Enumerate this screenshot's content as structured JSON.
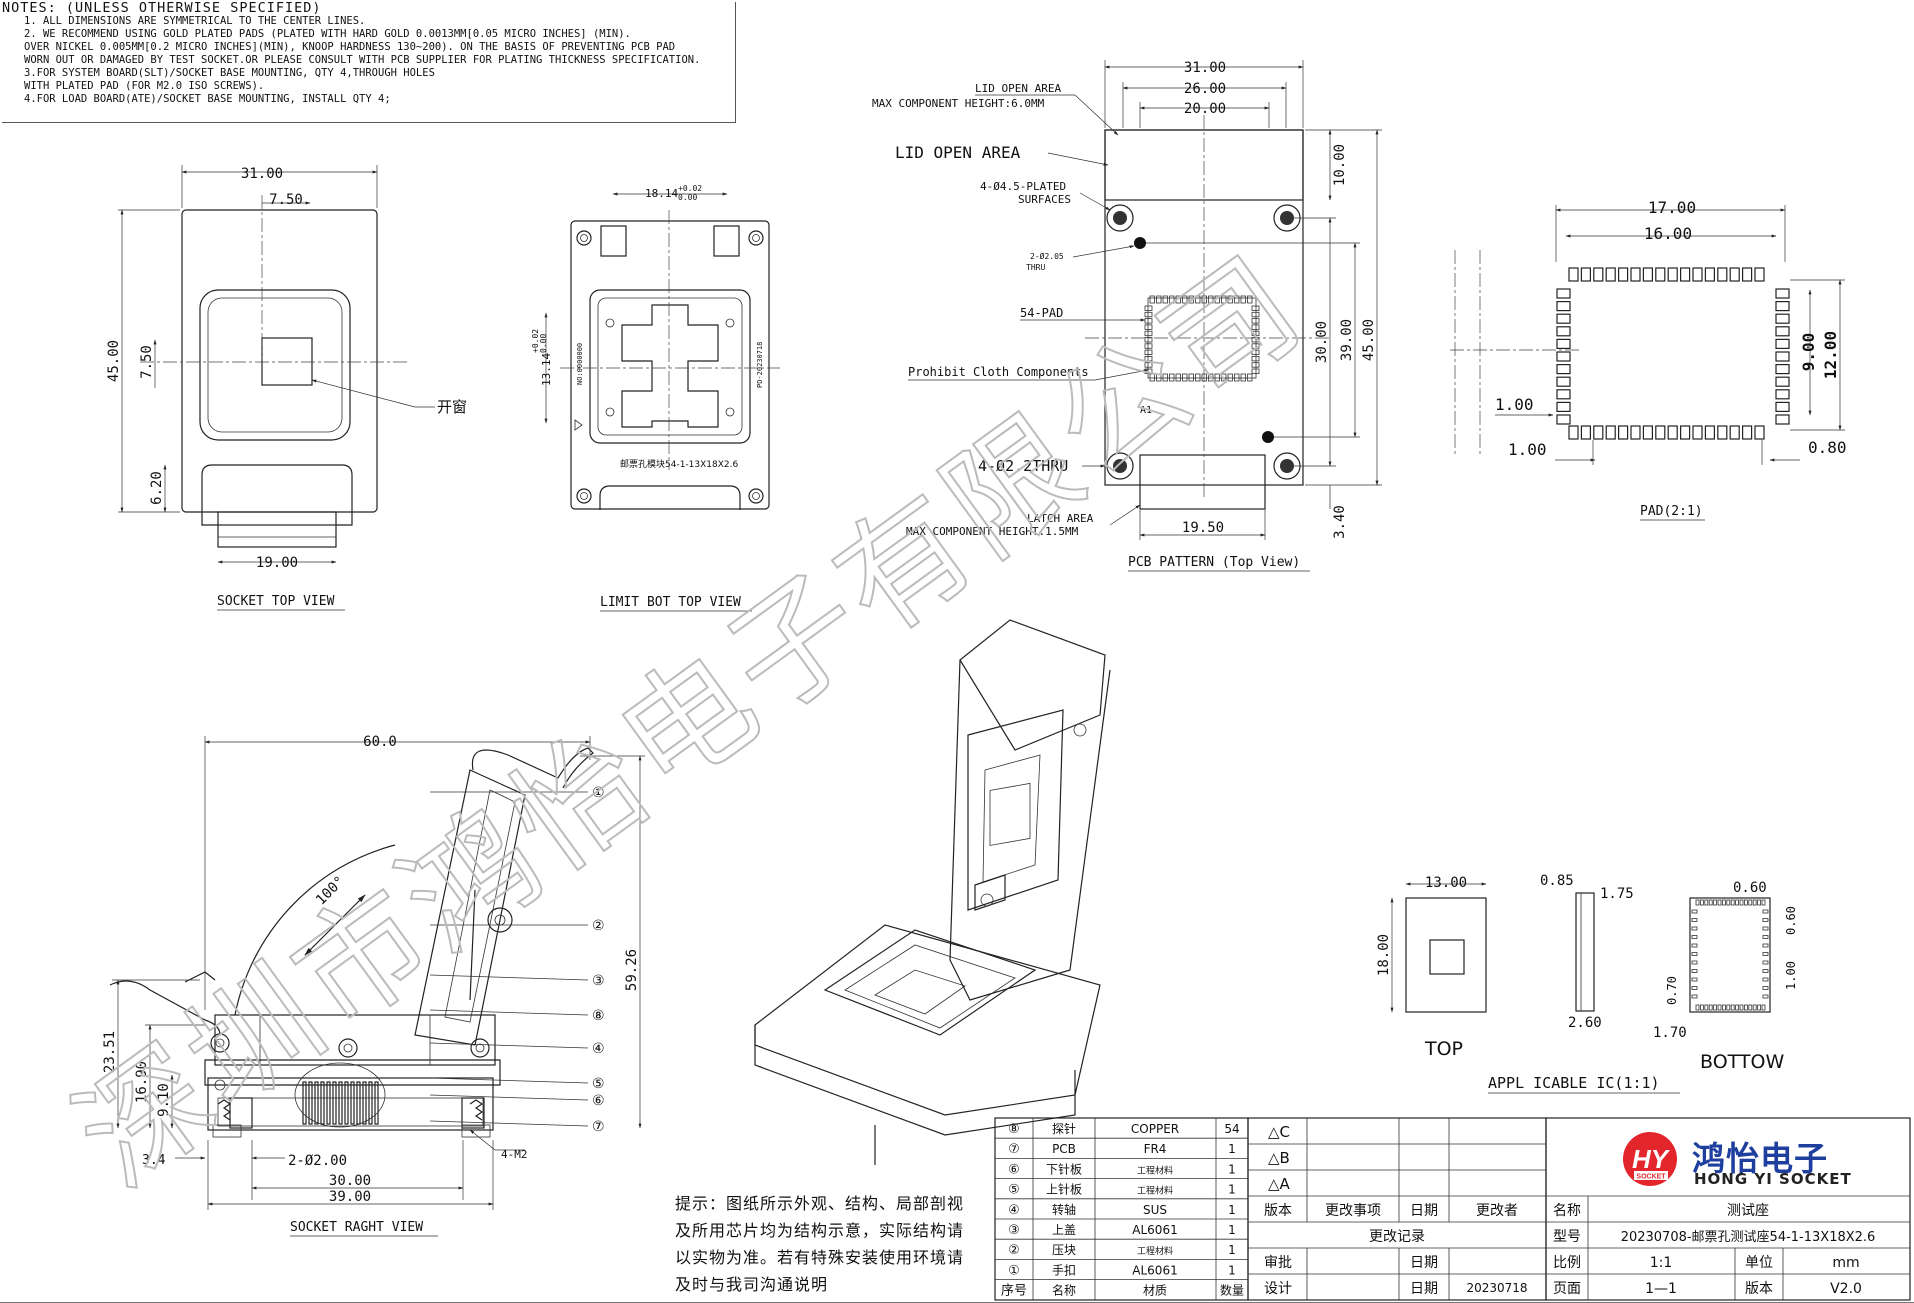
{
  "notes": {
    "title": "NOTES: (UNLESS OTHERWISE SPECIFIED)",
    "lines": [
      "1. ALL DIMENSIONS ARE SYMMETRICAL TO THE CENTER LINES.",
      "2. WE RECOMMEND USING GOLD PLATED PADS (PLATED WITH HARD GOLD 0.0013MM[0.05 MICRO INCHES] (MIN).",
      "OVER NICKEL 0.005MM[0.2 MICRO INCHES](MIN), KNOOP HARDNESS 130~200). ON THE BASIS OF PREVENTING PCB PAD",
      "WORN OUT OR DAMAGED BY TEST SOCKET.OR PLEASE CONSULT WITH PCB SUPPLIER FOR PLATING THICKNESS SPECIFICATION.",
      "3.FOR SYSTEM BOARD(SLT)/SOCKET BASE MOUNTING, QTY 4,THROUGH HOLES",
      "WITH PLATED PAD (FOR M2.0 ISO SCREWS).",
      "4.FOR LOAD BOARD(ATE)/SOCKET BASE MOUNTING, INSTALL QTY 4;"
    ]
  },
  "socket_top_view": {
    "caption": "SOCKET TOP VIEW",
    "dims": {
      "width": "31.00",
      "center_offset_x": "7.50",
      "height": "45.00",
      "center_offset_y": "7.50",
      "latch": "6.20",
      "bottom": "19.00"
    },
    "window_label": "开窗"
  },
  "limit_bot_view": {
    "caption": "LIMIT BOT  TOP VIEW",
    "dim_top": "18.14",
    "dim_top_tol_upper": "+0.02",
    "dim_top_tol_lower": "0.00",
    "dim_side": "13.14",
    "dim_side_tol_upper": "+0.02",
    "dim_side_tol_lower": "0.00",
    "side_text_left": "NO:0000000",
    "side_text_right": "PD-20230718",
    "bottom_text": "邮票孔模块54-1-13X18X2.6"
  },
  "pcb_pattern": {
    "caption": "PCB PATTERN (Top View)",
    "dims": {
      "w31": "31.00",
      "w26": "26.00",
      "w20": "20.00",
      "lid": "10.00",
      "h30": "30.00",
      "h39": "39.00",
      "h45": "45.00",
      "latch_w": "19.50",
      "latch_h": "3.40"
    },
    "labels": {
      "lid_open": "LID OPEN AREA",
      "max_comp_6": "MAX COMPONENT HEIGHT:6.0MM",
      "lid_open_big": "LID OPEN AREA",
      "plated_1": "4-Ø4.5-PLATED",
      "plated_2": "SURFACES",
      "thru_1": "2-Ø2.05",
      "thru_2": "THRU",
      "pad54": "54-PAD",
      "prohibit": "Prohibit Cloth Components",
      "a1": "A1",
      "thru22": "4-Ø2.2THRU",
      "latch_area": "LATCH AREA",
      "max_comp_15": "MAX COMPONENT HEIGHT:1.5MM"
    }
  },
  "pad_view": {
    "caption": "PAD(2:1)",
    "dims": {
      "w17": "17.00",
      "w16": "16.00",
      "h9": "9.00",
      "h12": "12.00",
      "left1": "1.00",
      "bottom1": "1.00",
      "pad08": "0.80"
    }
  },
  "socket_right_view": {
    "caption": "SOCKET RAGHT VIEW",
    "dims": {
      "w60": "60.0",
      "h5926": "59.26",
      "h2351": "23.51",
      "h1690": "16.90",
      "h910": "9.10",
      "d34": "3.4",
      "holes": "2-Ø2.00",
      "w30": "30.00",
      "w39": "39.00",
      "screw": "4-M2",
      "angle": "100°"
    },
    "balloons": [
      "①",
      "②",
      "③",
      "⑧",
      "④",
      "⑤",
      "⑥",
      "⑦"
    ]
  },
  "applicable_ic": {
    "caption": "APPL ICABLE IC(1:1)",
    "top_label": "TOP",
    "bottom_label": "BOTTOW",
    "dims": {
      "w13": "13.00",
      "h18": "18.00",
      "t085": "0.85",
      "t175": "1.75",
      "t260": "2.60",
      "b060": "0.60",
      "b060v": "0.60",
      "b100": "1.00",
      "b070": "0.70",
      "b170": "1.70"
    }
  },
  "tip": "提示：图纸所示外观、结构、局部剖视及所用芯片均为结构示意，实际结构请以实物为准。若有特殊安装使用环境请及时与我司沟通说明",
  "bom": {
    "rows": [
      {
        "no": "⑧",
        "name": "探针",
        "material": "COPPER",
        "qty": "54"
      },
      {
        "no": "⑦",
        "name": "PCB",
        "material": "FR4",
        "qty": "1"
      },
      {
        "no": "⑥",
        "name": "下针板",
        "material": "工程材料",
        "qty": "1"
      },
      {
        "no": "⑤",
        "name": "上针板",
        "material": "工程材料",
        "qty": "1"
      },
      {
        "no": "④",
        "name": "转轴",
        "material": "SUS",
        "qty": "1"
      },
      {
        "no": "③",
        "name": "上盖",
        "material": "AL6061",
        "qty": "1"
      },
      {
        "no": "②",
        "name": "压块",
        "material": "工程材料",
        "qty": "1"
      },
      {
        "no": "①",
        "name": "手扣",
        "material": "AL6061",
        "qty": "1"
      }
    ],
    "header": {
      "no": "序号",
      "name": "名称",
      "material": "材质",
      "qty": "数量"
    }
  },
  "revision": {
    "marks": [
      "△C",
      "△B",
      "△A"
    ],
    "col_version": "版本",
    "col_item": "更改事项",
    "col_date": "日期",
    "col_by": "更改者",
    "record": "更改记录",
    "approve": "审批",
    "design": "设计",
    "date_label": "日期",
    "date_label2": "日期",
    "design_date": "20230718"
  },
  "title_block": {
    "name_label": "名称",
    "name_value": "测试座",
    "model_label": "型号",
    "model_value": "20230708-邮票孔测试座54-1-13X18X2.6",
    "scale_label": "比例",
    "scale_value": "1:1",
    "unit_label": "单位",
    "unit_value": "mm",
    "page_label": "页面",
    "page_value": "1—1",
    "version_label": "版本",
    "version_value": "V2.0"
  },
  "logo": {
    "cn": "鸿怡电子",
    "en": "HONG YI SOCKET",
    "badge": "SOCKET",
    "color": "#e3262b"
  },
  "watermark": "深圳市鸿怡电子有限公司"
}
